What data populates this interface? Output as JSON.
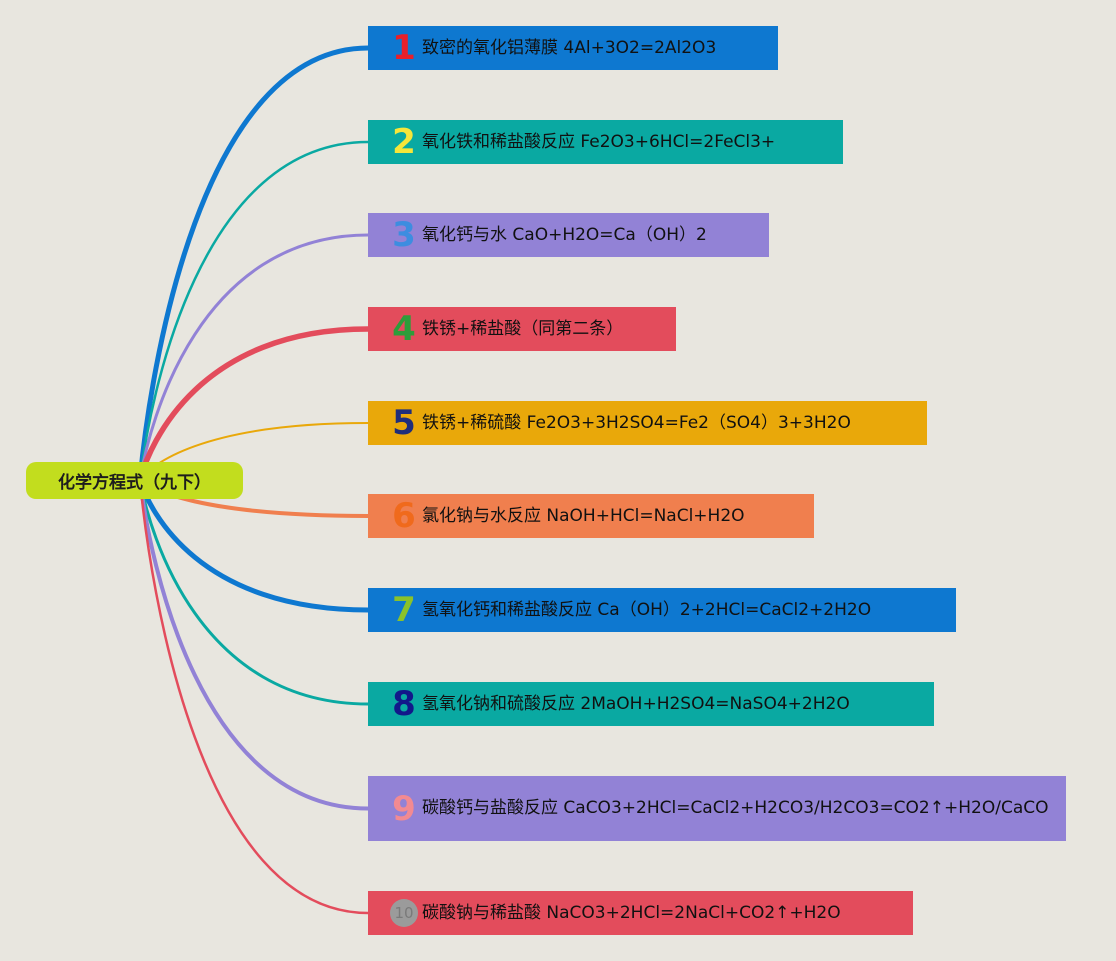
{
  "root": {
    "label": "化学方程式（九下）",
    "color": "#c2dd1e"
  },
  "branches": [
    {
      "number": "1",
      "label": "致密的氧化铝薄膜 4Al+3O2=2Al2O3",
      "color": "#0e78d0",
      "num_color": "#e8202a"
    },
    {
      "number": "2",
      "label": "氧化铁和稀盐酸反应 Fe2O3+6HCl=2FeCl3+",
      "color": "#0aa9a2",
      "num_color": "#f6e63a"
    },
    {
      "number": "3",
      "label": "氧化钙与水 CaO+H2O=Ca（OH）2",
      "color": "#9282d6",
      "num_color": "#3d8de0"
    },
    {
      "number": "4",
      "label": "铁锈+稀盐酸（同第二条）",
      "color": "#e34c5c",
      "num_color": "#2e9d3a"
    },
    {
      "number": "5",
      "label": "铁锈+稀硫酸 Fe2O3+3H2SO4=Fe2（SO4）3+3H2O",
      "color": "#e9a80a",
      "num_color": "#1f2e7a"
    },
    {
      "number": "6",
      "label": "氯化钠与水反应 NaOH+HCl=NaCl+H2O",
      "color": "#f07f4e",
      "num_color": "#f06a1c"
    },
    {
      "number": "7",
      "label": "氢氧化钙和稀盐酸反应 Ca（OH）2+2HCl=CaCl2+2H2O",
      "color": "#0e78d0",
      "num_color": "#8ac22a"
    },
    {
      "number": "8",
      "label": "氢氧化钠和硫酸反应 2MaOH+H2SO4=NaSO4+2H2O",
      "color": "#0aa9a2",
      "num_color": "#12188a"
    },
    {
      "number": "9",
      "label": "碳酸钙与盐酸反应 CaCO3+2HCl=CaCl2+H2CO3/H2CO3=CO2↑+H2O/CaCO",
      "color": "#9282d6",
      "num_color": "#f28a92"
    },
    {
      "number": "10",
      "label": "碳酸钠与稀盐酸 NaCO3+2HCl=2NaCl+CO2↑+H2O",
      "color": "#e34c5c",
      "num_color": "#9b9b9b"
    }
  ]
}
